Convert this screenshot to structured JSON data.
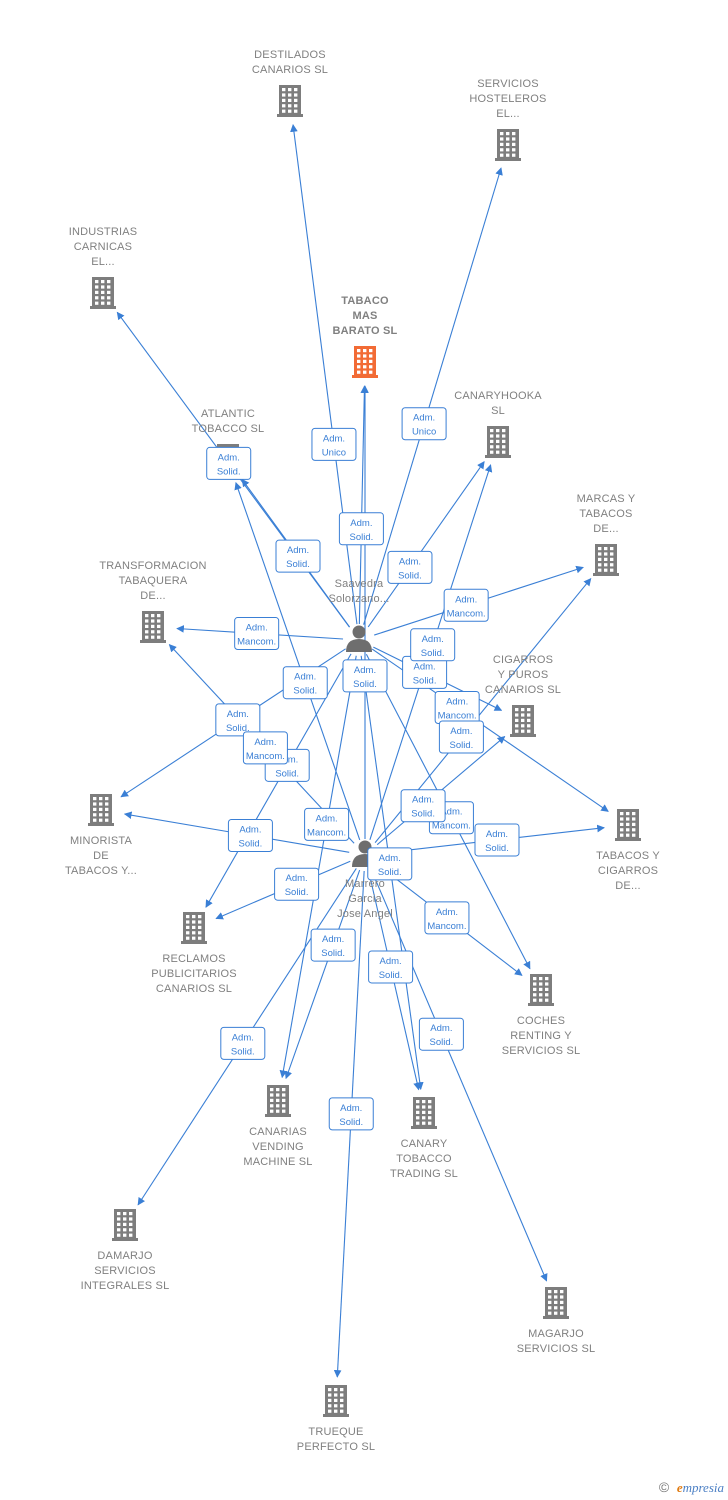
{
  "colors": {
    "edge": "#3a7fd5",
    "company": "#7d7d7d",
    "main_company": "#f26b35",
    "person": "#6e6e6e",
    "label": "#808080"
  },
  "nodes": [
    {
      "id": "destilados",
      "type": "company",
      "lines": [
        "DESTILADOS",
        "CANARIOS  SL"
      ],
      "icon": "building-icon"
    },
    {
      "id": "servicios_host",
      "type": "company",
      "lines": [
        "SERVICIOS",
        "HOSTELEROS",
        "EL..."
      ],
      "icon": "building-icon"
    },
    {
      "id": "industrias",
      "type": "company",
      "lines": [
        "INDUSTRIAS",
        "CARNICAS",
        "EL..."
      ],
      "icon": "building-icon"
    },
    {
      "id": "tabaco_mas_barato",
      "type": "main",
      "lines": [
        "TABACO",
        "MAS",
        "BARATO  SL"
      ],
      "icon": "building-icon"
    },
    {
      "id": "atlantic",
      "type": "company",
      "lines": [
        "ATLANTIC",
        "TOBACCO  SL"
      ],
      "icon": "building-icon"
    },
    {
      "id": "canaryhooka",
      "type": "company",
      "lines": [
        "CANARYHOOKA",
        "SL"
      ],
      "icon": "building-icon"
    },
    {
      "id": "marcas",
      "type": "company",
      "lines": [
        "MARCAS Y",
        "TABACOS",
        "DE..."
      ],
      "icon": "building-icon"
    },
    {
      "id": "transformacion",
      "type": "company",
      "lines": [
        "TRANSFORMACION",
        "TABAQUERA",
        "DE..."
      ],
      "icon": "building-icon"
    },
    {
      "id": "cigarros_puros",
      "type": "company",
      "lines": [
        "CIGARROS",
        "Y PUROS",
        "CANARIOS  SL"
      ],
      "icon": "building-icon"
    },
    {
      "id": "minorista",
      "type": "company",
      "lines": [
        "MINORISTA",
        "DE",
        "TABACOS Y..."
      ],
      "icon": "building-icon"
    },
    {
      "id": "tabacos_cigarros",
      "type": "company",
      "lines": [
        "TABACOS Y",
        "CIGARROS",
        "DE..."
      ],
      "icon": "building-icon"
    },
    {
      "id": "reclamos",
      "type": "company",
      "lines": [
        "RECLAMOS",
        "PUBLICITARIOS",
        "CANARIOS  SL"
      ],
      "icon": "building-icon"
    },
    {
      "id": "coches",
      "type": "company",
      "lines": [
        "COCHES",
        "RENTING Y",
        "SERVICIOS SL"
      ],
      "icon": "building-icon"
    },
    {
      "id": "canarias_vending",
      "type": "company",
      "lines": [
        "CANARIAS",
        "VENDING",
        "MACHINE  SL"
      ],
      "icon": "building-icon"
    },
    {
      "id": "canary_tobacco",
      "type": "company",
      "lines": [
        "CANARY",
        "TOBACCO",
        "TRADING  SL"
      ],
      "icon": "building-icon"
    },
    {
      "id": "damarjo",
      "type": "company",
      "lines": [
        "DAMARJO",
        "SERVICIOS",
        "INTEGRALES SL"
      ],
      "icon": "building-icon"
    },
    {
      "id": "magarjo",
      "type": "company",
      "lines": [
        "MAGARJO",
        "SERVICIOS SL"
      ],
      "icon": "building-icon"
    },
    {
      "id": "trueque",
      "type": "company",
      "lines": [
        "TRUEQUE",
        "PERFECTO SL"
      ],
      "icon": "building-icon"
    },
    {
      "id": "saavedra",
      "type": "person",
      "lines": [
        "Saavedra",
        "Solorzano..."
      ],
      "icon": "person-icon"
    },
    {
      "id": "marrero",
      "type": "person",
      "lines": [
        "Marrero",
        "Garcia",
        "Jose Angel"
      ],
      "icon": "person-icon"
    }
  ],
  "edges": [
    {
      "from": "saavedra",
      "to": "destilados",
      "lines": [
        "Adm.",
        "Unico"
      ]
    },
    {
      "from": "saavedra",
      "to": "servicios_host",
      "lines": [
        "Adm.",
        "Unico"
      ]
    },
    {
      "from": "saavedra",
      "to": "industrias",
      "lines": [
        "Adm.",
        "Solid."
      ]
    },
    {
      "from": "saavedra",
      "to": "tabaco_mas_barato",
      "lines": [
        "Adm.",
        "Solid."
      ]
    },
    {
      "from": "saavedra",
      "to": "atlantic",
      "lines": [
        "Adm.",
        "Solid."
      ]
    },
    {
      "from": "saavedra",
      "to": "canaryhooka",
      "lines": [
        "Adm.",
        "Solid."
      ]
    },
    {
      "from": "saavedra",
      "to": "marcas",
      "lines": [
        "Adm.",
        "Mancom."
      ]
    },
    {
      "from": "saavedra",
      "to": "transformacion",
      "lines": [
        "Adm.",
        "Mancom."
      ]
    },
    {
      "from": "saavedra",
      "to": "cigarros_puros",
      "lines": [
        "Adm.",
        "Solid."
      ]
    },
    {
      "from": "saavedra",
      "to": "minorista",
      "lines": [
        "Adm.",
        "Solid."
      ]
    },
    {
      "from": "saavedra",
      "to": "tabacos_cigarros",
      "lines": [
        "Adm.",
        "Mancom."
      ]
    },
    {
      "from": "saavedra",
      "to": "reclamos",
      "lines": [
        "Adm.",
        "Solid."
      ]
    },
    {
      "from": "saavedra",
      "to": "coches",
      "lines": [
        "Adm.",
        "Mancom."
      ]
    },
    {
      "from": "saavedra",
      "to": "canarias_vending",
      "lines": [
        "Adm.",
        "Mancom."
      ]
    },
    {
      "from": "saavedra",
      "to": "canary_tobacco",
      "lines": [
        "Adm.",
        "Solid."
      ]
    },
    {
      "from": "marrero",
      "to": "tabaco_mas_barato",
      "lines": [
        "Adm.",
        "Solid."
      ]
    },
    {
      "from": "marrero",
      "to": "atlantic",
      "lines": [
        "Adm.",
        "Solid."
      ]
    },
    {
      "from": "marrero",
      "to": "canaryhooka",
      "lines": [
        "Adm.",
        "Solid."
      ]
    },
    {
      "from": "marrero",
      "to": "marcas",
      "lines": [
        "Adm.",
        "Solid."
      ]
    },
    {
      "from": "marrero",
      "to": "transformacion",
      "lines": [
        "Adm.",
        "Mancom."
      ]
    },
    {
      "from": "marrero",
      "to": "cigarros_puros",
      "lines": [
        "Adm.",
        "Solid."
      ]
    },
    {
      "from": "marrero",
      "to": "minorista",
      "lines": [
        "Adm.",
        "Solid."
      ]
    },
    {
      "from": "marrero",
      "to": "tabacos_cigarros",
      "lines": [
        "Adm.",
        "Solid."
      ]
    },
    {
      "from": "marrero",
      "to": "reclamos",
      "lines": [
        "Adm.",
        "Solid."
      ]
    },
    {
      "from": "marrero",
      "to": "coches",
      "lines": [
        "Adm.",
        "Mancom."
      ]
    },
    {
      "from": "marrero",
      "to": "canarias_vending",
      "lines": [
        "Adm.",
        "Solid."
      ]
    },
    {
      "from": "marrero",
      "to": "canary_tobacco",
      "lines": [
        "Adm.",
        "Solid."
      ]
    },
    {
      "from": "marrero",
      "to": "damarjo",
      "lines": [
        "Adm.",
        "Solid."
      ]
    },
    {
      "from": "marrero",
      "to": "magarjo",
      "lines": [
        "Adm.",
        "Solid."
      ]
    },
    {
      "from": "marrero",
      "to": "trueque",
      "lines": [
        "Adm.",
        "Solid."
      ]
    }
  ],
  "footer": {
    "copyright_symbol": "©",
    "brand_first": "e",
    "brand_rest": "mpresia"
  }
}
